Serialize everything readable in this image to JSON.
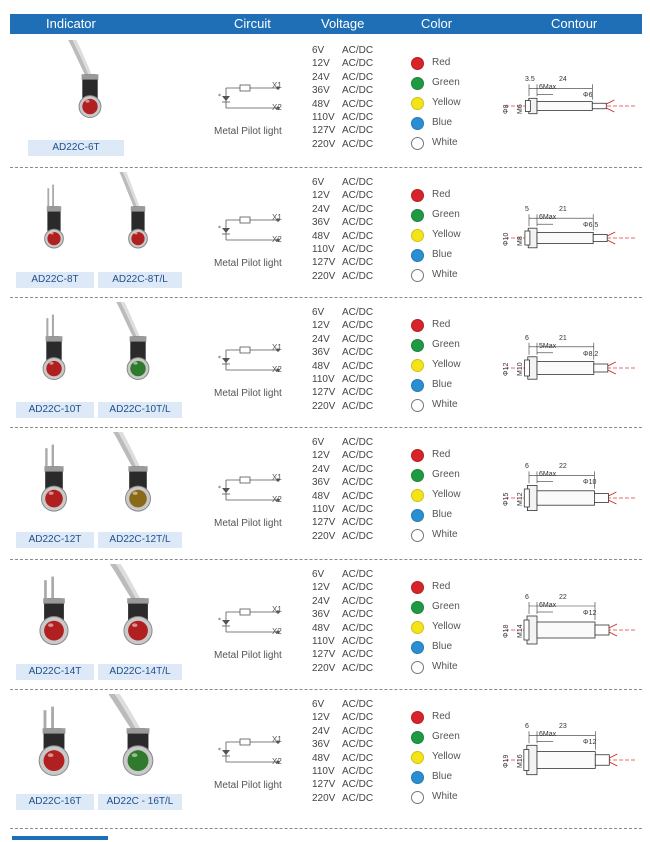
{
  "header": {
    "indicator": "Indicator",
    "circuit": "Circuit",
    "voltage": "Voltage",
    "color": "Color",
    "contour": "Contour"
  },
  "circuit_common": {
    "x1": "X1",
    "x2": "X2",
    "label": "Metal Pilot light"
  },
  "voltages": [
    {
      "v": "6V",
      "t": "AC/DC"
    },
    {
      "v": "12V",
      "t": "AC/DC"
    },
    {
      "v": "24V",
      "t": "AC/DC"
    },
    {
      "v": "36V",
      "t": "AC/DC"
    },
    {
      "v": "48V",
      "t": "AC/DC"
    },
    {
      "v": "110V",
      "t": "AC/DC"
    },
    {
      "v": "127V",
      "t": "AC/DC"
    },
    {
      "v": "220V",
      "t": "AC/DC"
    }
  ],
  "colors": [
    {
      "name": "Red",
      "hex": "#d6242a"
    },
    {
      "name": "Green",
      "hex": "#1f9a43"
    },
    {
      "name": "Yellow",
      "hex": "#f4e417"
    },
    {
      "name": "Blue",
      "hex": "#2a8fd2"
    },
    {
      "name": "White",
      "hex": "#ffffff"
    }
  ],
  "rows": [
    {
      "models": [
        "AD22C-6T"
      ],
      "dims": {
        "a": "3.5",
        "b": "24",
        "max": "6Max",
        "m": "M6",
        "d1": "Φ8",
        "d2": "Φ6"
      }
    },
    {
      "models": [
        "AD22C-8T",
        "AD22C-8T/L"
      ],
      "dims": {
        "a": "5",
        "b": "21",
        "max": "6Max",
        "m": "M8",
        "d1": "Φ10",
        "d2": "Φ6.5"
      }
    },
    {
      "models": [
        "AD22C-10T",
        "AD22C-10T/L"
      ],
      "dims": {
        "a": "6",
        "b": "21",
        "max": "5Max",
        "m": "M10",
        "d1": "Φ12",
        "d2": "Φ8.2"
      }
    },
    {
      "models": [
        "AD22C-12T",
        "AD22C-12T/L"
      ],
      "dims": {
        "a": "6",
        "b": "22",
        "max": "6Max",
        "m": "M12",
        "d1": "Φ15",
        "d2": "Φ10"
      }
    },
    {
      "models": [
        "AD22C-14T",
        "AD22C-14T/L"
      ],
      "dims": {
        "a": "6",
        "b": "22",
        "max": "6Max",
        "m": "M14",
        "d1": "Φ18",
        "d2": "Φ12"
      }
    },
    {
      "models": [
        "AD22C-16T",
        "AD22C - 16T/L"
      ],
      "dims": {
        "a": "6",
        "b": "23",
        "max": "6Max",
        "m": "M16",
        "d1": "Φ19",
        "d2": "Φ12"
      }
    }
  ]
}
